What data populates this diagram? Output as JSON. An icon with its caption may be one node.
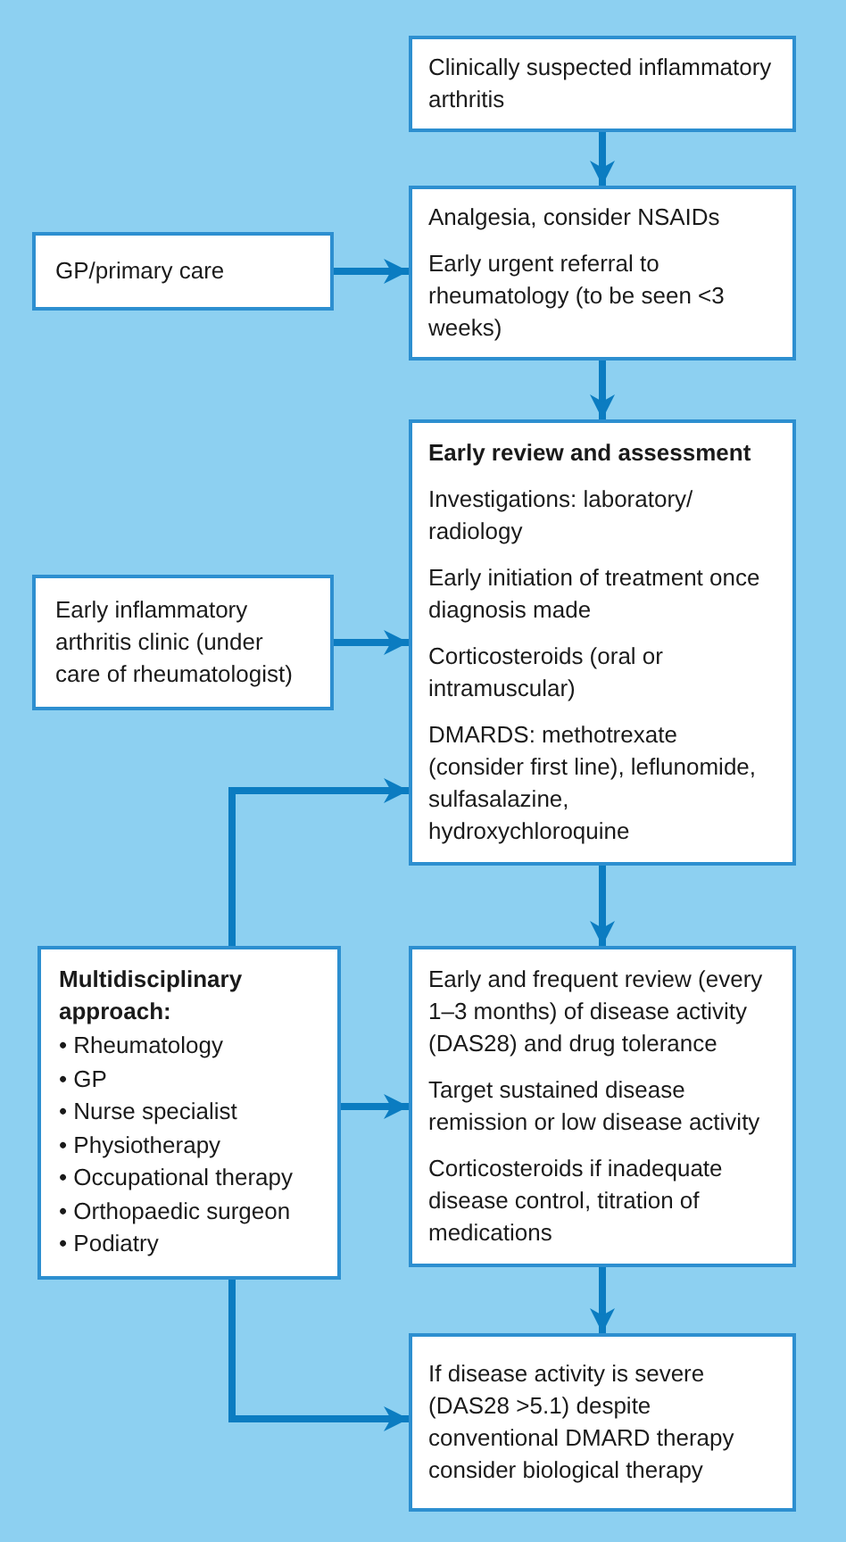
{
  "diagram": {
    "nodes": [
      {
        "text": [
          "Clinically suspected inflammatory arthritis"
        ]
      },
      {
        "text": [
          "Analgesia, consider NSAIDs",
          "Early urgent referral to rheumatology (to be seen <3 weeks)"
        ]
      },
      {
        "text": [
          "GP/primary care"
        ]
      },
      {
        "text": [
          "Early review and assessment",
          "Investigations: laboratory/ radiology",
          "Early initiation of treatment once diagnosis made",
          "Corticosteroids (oral or intramuscular)",
          "DMARDS: methotrexate (consider first line), leflunomide, sulfasalazine, hydroxychloroquine"
        ]
      },
      {
        "text": [
          "Early inflammatory arthritis clinic (under care of rheumatologist)"
        ]
      },
      {
        "text": [
          "Multidisciplinary approach:",
          "• Rheumatology",
          "• GP",
          "• Nurse specialist",
          "• Physiotherapy",
          "• Occupational therapy",
          "• Orthopaedic surgeon",
          "• Podiatry"
        ]
      },
      {
        "text": [
          "Early and frequent review (every 1–3 months) of disease activity (DAS28) and drug tolerance",
          "Target sustained disease remission or low disease activity",
          "Corticosteroids if inadequate disease control, titration of medications"
        ]
      },
      {
        "text": [
          "If disease activity is severe (DAS28 >5.1) despite conventional DMARD therapy consider biological therapy"
        ]
      }
    ],
    "edges": [
      {
        "from": 0,
        "to": 1,
        "arrow": "to"
      },
      {
        "from": 2,
        "to": 1,
        "arrow": "to"
      },
      {
        "from": 1,
        "to": 3,
        "arrow": "to"
      },
      {
        "from": 4,
        "to": 3,
        "arrow": "to"
      },
      {
        "from": 5,
        "to": 3,
        "arrow": "to"
      },
      {
        "from": 3,
        "to": 6,
        "arrow": "to"
      },
      {
        "from": 5,
        "to": 6,
        "arrow": "to"
      },
      {
        "from": 6,
        "to": 7,
        "arrow": "to"
      },
      {
        "from": 5,
        "to": 7,
        "arrow": "to"
      }
    ]
  }
}
